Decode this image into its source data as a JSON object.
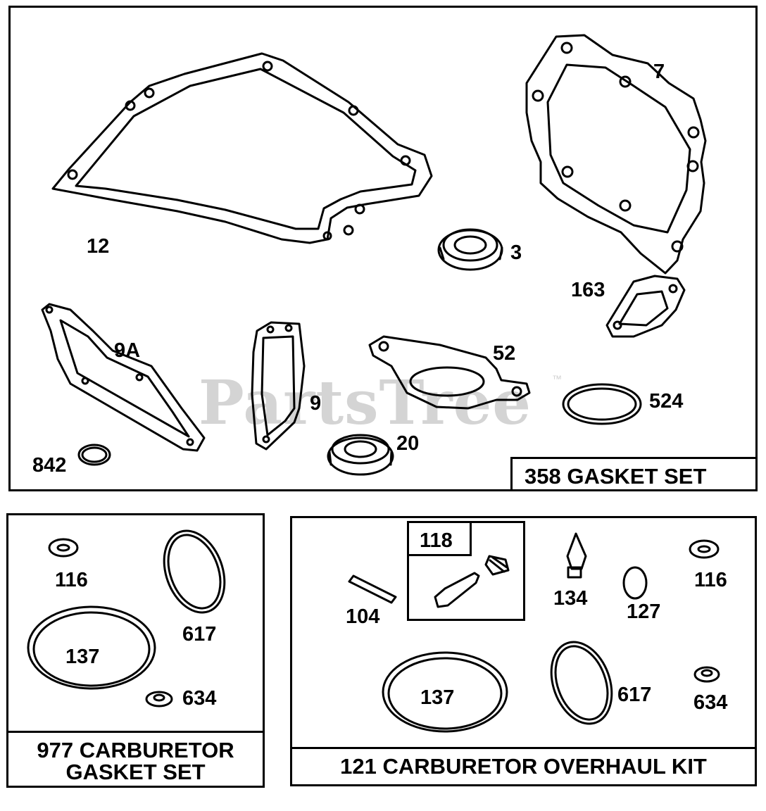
{
  "watermark": {
    "text": "PartsTree",
    "mark": "™"
  },
  "panel_main": {
    "title": "358 GASKET SET",
    "labels": {
      "p12": "12",
      "p7": "7",
      "p3": "3",
      "p163": "163",
      "p9a": "9A",
      "p9": "9",
      "p52": "52",
      "p524": "524",
      "p842": "842",
      "p20": "20"
    }
  },
  "panel_left": {
    "title_line1": "977 CARBURETOR",
    "title_line2": "GASKET SET",
    "labels": {
      "p116": "116",
      "p617": "617",
      "p137": "137",
      "p634": "634"
    }
  },
  "panel_right": {
    "title": "121 CARBURETOR OVERHAUL KIT",
    "inset_label": "118",
    "labels": {
      "p104": "104",
      "p134": "134",
      "p127": "127",
      "p116": "116",
      "p137": "137",
      "p617": "617",
      "p634": "634"
    }
  }
}
